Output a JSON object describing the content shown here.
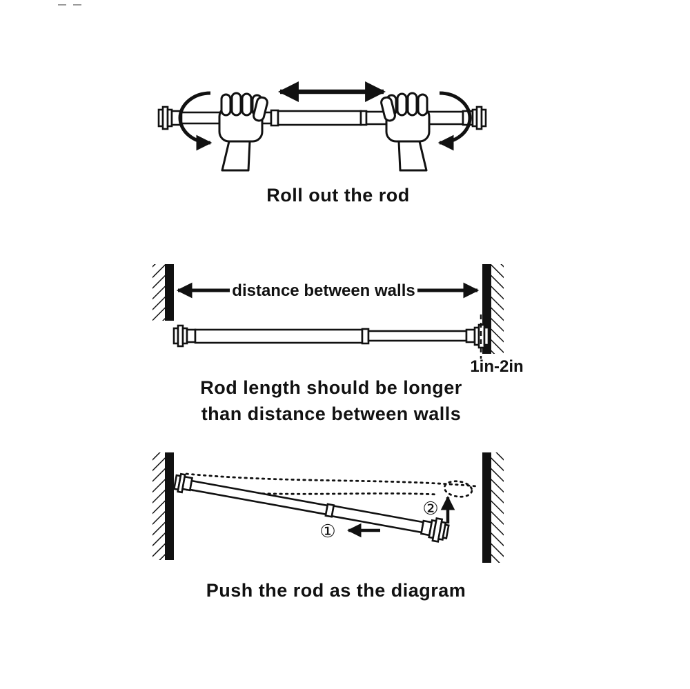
{
  "colors": {
    "ink": "#111111",
    "background": "#ffffff"
  },
  "step1": {
    "caption": "Roll out the rod"
  },
  "step2": {
    "distance_label": "distance between walls",
    "overhang_label": "1in-2in",
    "caption_line1": "Rod length should be longer",
    "caption_line2": "than distance between walls"
  },
  "step3": {
    "marker1": "①",
    "marker2": "②",
    "caption": "Push the rod as the diagram"
  }
}
